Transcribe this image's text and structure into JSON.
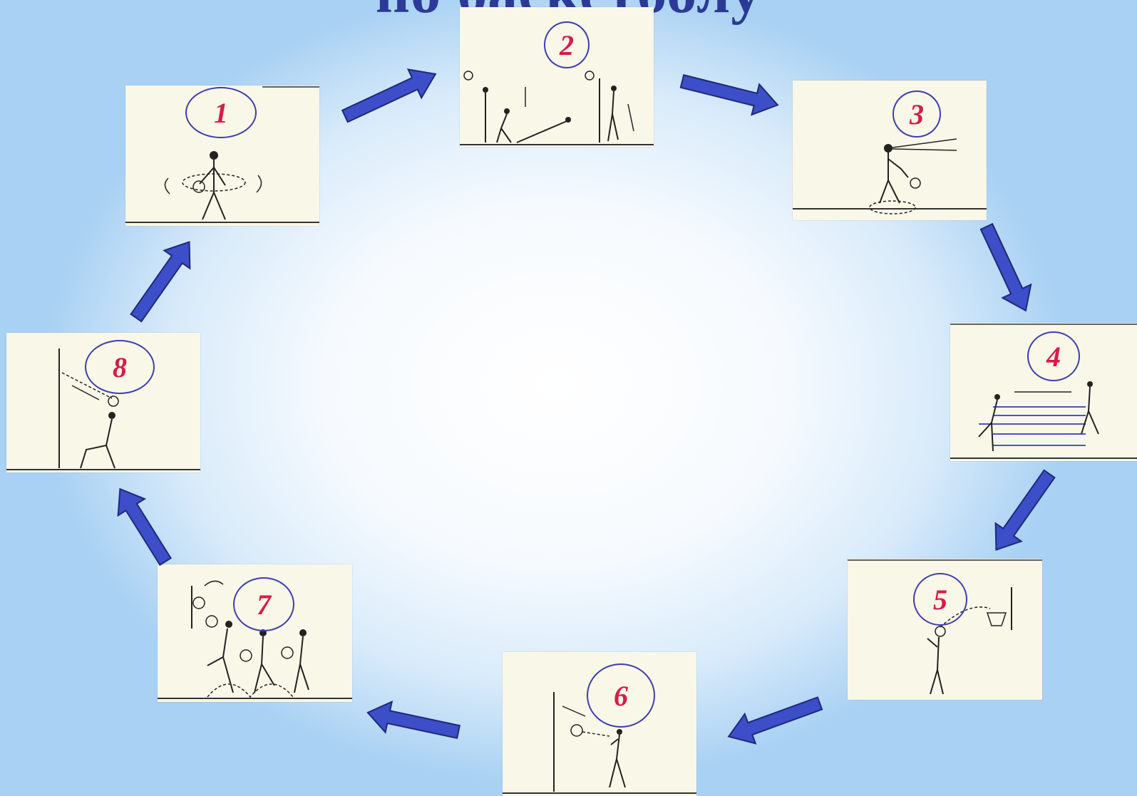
{
  "title": "по баскетболу",
  "cards": [
    {
      "number": "1"
    },
    {
      "number": "2"
    },
    {
      "number": "3"
    },
    {
      "number": "4"
    },
    {
      "number": "5"
    },
    {
      "number": "6"
    },
    {
      "number": "7"
    },
    {
      "number": "8"
    }
  ],
  "colors": {
    "arrow": "#3c4ec8",
    "number": "#d81b4a",
    "circle": "#3b3fb0",
    "card": "#f9f7e7",
    "title": "#2b3a97"
  }
}
